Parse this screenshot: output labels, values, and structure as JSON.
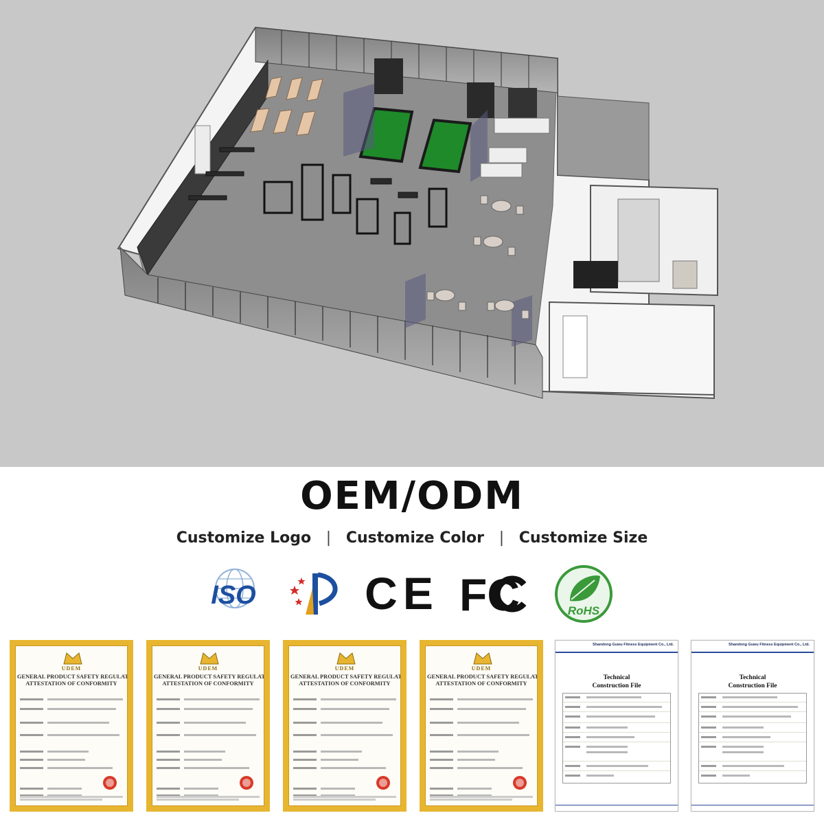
{
  "hero": {
    "headline": "OEM/ODM"
  },
  "customize": {
    "items": [
      "Customize Logo",
      "Customize Color",
      "Customize Size"
    ],
    "separator": "|"
  },
  "logos": [
    {
      "name": "iso-logo",
      "text": "ISO",
      "color": "#1c4fa0"
    },
    {
      "name": "star-mark-logo",
      "text": "",
      "color": "#1c4fa0"
    },
    {
      "name": "ce-logo",
      "text": "CE",
      "color": "#111111"
    },
    {
      "name": "fcc-logo",
      "text": "FC",
      "color": "#111111"
    },
    {
      "name": "rohs-logo",
      "text": "RoHS",
      "color": "#3a9a3a"
    }
  ],
  "certificates": {
    "gp": {
      "title1": "GENERAL PRODUCT SAFETY REGULATION",
      "title2": "ATTESTATION OF CONFORMITY",
      "brand": "UDEM",
      "frame_color": "#e8b530"
    },
    "tech": {
      "company": "Shandong Guwu Fitness Equipment Co., Ltd.",
      "title1": "Technical",
      "title2": "Construction File",
      "accent": "#2a4a9a"
    }
  },
  "colors": {
    "render_bg": "#c8c8c8",
    "floor": "#8e8e8e",
    "table_felt": "#1f8a2a"
  }
}
